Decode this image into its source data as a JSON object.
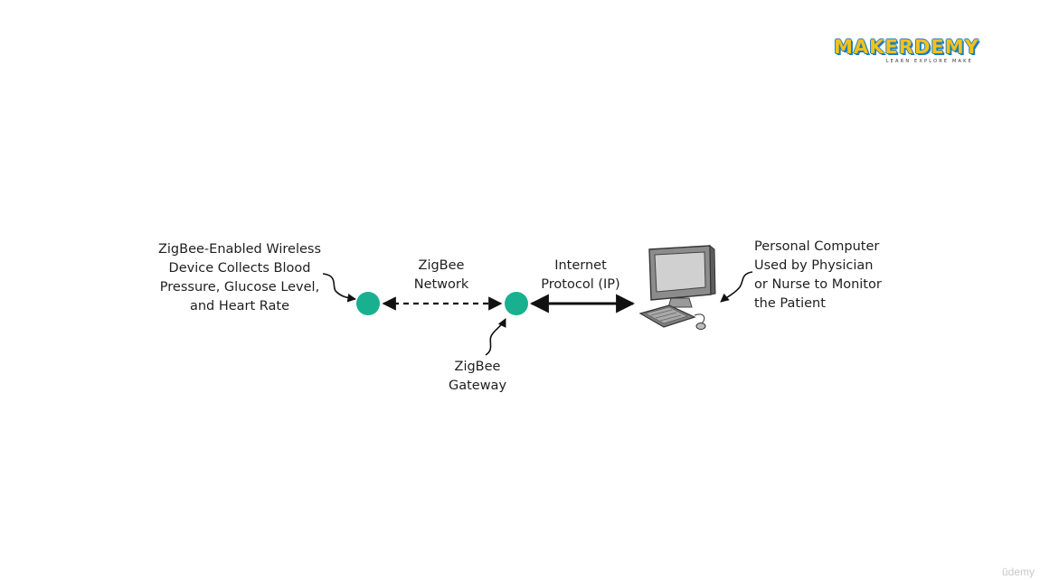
{
  "logo": {
    "name": "MAKERDEMY",
    "tagline": "LEARN EXPLORE MAKE"
  },
  "diagram": {
    "device_label": "ZigBee-Enabled Wireless\nDevice Collects Blood\nPressure, Glucose Level,\nand Heart Rate",
    "network_label": "ZigBee\nNetwork",
    "ip_label": "Internet\nProtocol (IP)",
    "gateway_label": "ZigBee\nGateway",
    "pc_label": "Personal Computer\nUsed by Physician\nor Nurse to Monitor\nthe Patient"
  },
  "colors": {
    "node": "#19b08f",
    "logo_fill": "#f2c21b",
    "logo_outline": "#1d7fc4"
  },
  "watermark": "ūdemy"
}
